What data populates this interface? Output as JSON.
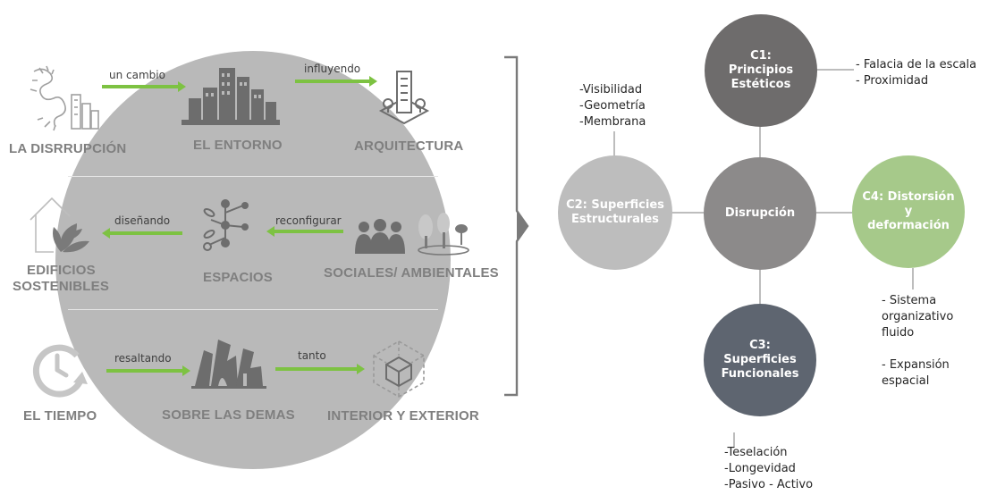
{
  "left_panel": {
    "rows": [
      {
        "left_label": "LA DISRRUPCIÓN",
        "center_label": "EL ENTORNO",
        "right_label": "ARQUITECTURA",
        "arrow1": "un cambio",
        "arrow2": "influyendo"
      },
      {
        "left_label_line1": "EDIFICIOS",
        "left_label_line2": "SOSTENIBLES",
        "center_label": "ESPACIOS",
        "right_label": "SOCIALES/ AMBIENTALES",
        "arrow1": "diseñando",
        "arrow2": "reconfigurar"
      },
      {
        "left_label": "EL TIEMPO",
        "center_label": "SOBRE LAS DEMAS",
        "right_label": "INTERIOR Y EXTERIOR",
        "arrow1": "resaltando",
        "arrow2": "tanto"
      }
    ]
  },
  "right_panel": {
    "center": "Disrupción",
    "c1": {
      "label": "C1:\nPrincipios\nEstéticos",
      "color": "#6e6c6c",
      "notes": "- Falacia de la escala\n- Proximidad"
    },
    "c2": {
      "label": "C2: Superficies\nEstructurales",
      "color": "#bdbdbd",
      "notes": "-Visibilidad\n-Geometría\n-Membrana"
    },
    "c3": {
      "label": "C3:\nSuperficies\nFuncionales",
      "color": "#5e6570",
      "notes": "-Teselación\n-Longevidad\n-Pasivo - Activo"
    },
    "c4": {
      "label": "C4: Distorsión\ny\ndeformación",
      "color": "#a6c98a",
      "notes": "- Sistema\norganizativo\nfluido\n\n- Expansión\nespacial"
    },
    "center_color": "#8c8a8a"
  },
  "colors": {
    "arrow": "#7dc242",
    "circle": "#b9b9b9",
    "label_gray": "#7f7f7f"
  },
  "icons": [
    "disruption-icon",
    "city-icon",
    "building-icon",
    "house-leaf-icon",
    "network-icon",
    "people-icon",
    "trees-icon",
    "clock-icon",
    "museum-icon",
    "cube-icon"
  ]
}
